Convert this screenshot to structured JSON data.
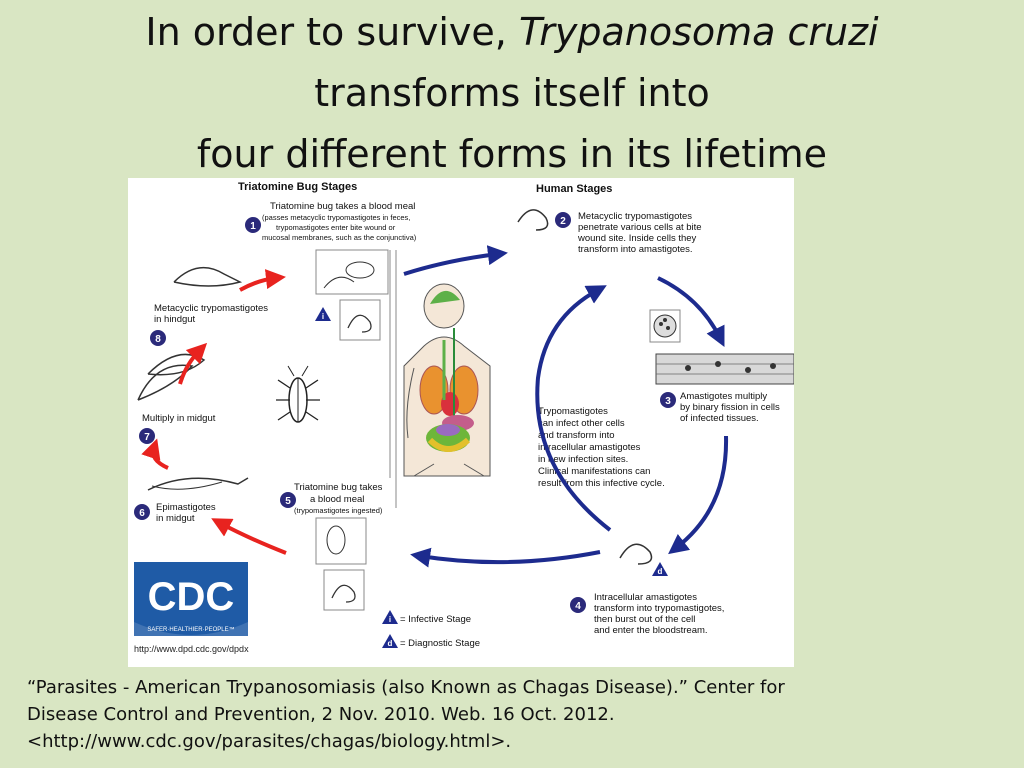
{
  "title": {
    "line1_prefix": "In order to survive, ",
    "line1_italic": "Trypanosoma cruzi",
    "line2": "transforms itself into",
    "line3": "four different forms in its lifetime"
  },
  "diagram": {
    "header_left": "Triatomine Bug Stages",
    "header_right": "Human Stages",
    "stage1": {
      "number": "1",
      "line1": "Triatomine bug takes a blood meal",
      "line2": "(passes metacyclic trypomastigotes in feces,",
      "line3": "trypomastigotes enter bite wound or",
      "line4": "mucosal membranes, such as the conjunctiva)"
    },
    "stage2": {
      "number": "2",
      "line1": "Metacyclic trypomastigotes",
      "line2": "penetrate various cells at bite",
      "line3": "wound site.  Inside cells they",
      "line4": "transform into amastigotes."
    },
    "stage3": {
      "number": "3",
      "line1": "Amastigotes multiply",
      "line2": "by binary fission in cells",
      "line3": "of infected tissues."
    },
    "stage4": {
      "number": "4",
      "line1": "Intracellular amastigotes",
      "line2": "transform into trypomastigotes,",
      "line3": "then burst out of the cell",
      "line4": "and enter the bloodstream."
    },
    "stage5": {
      "number": "5",
      "line1": "Triatomine bug takes",
      "line2": "a blood meal",
      "line3": "(trypomastigotes ingested)"
    },
    "stage6": {
      "number": "6",
      "line1": "Epimastigotes",
      "line2": "in midgut"
    },
    "stage7": {
      "number": "7",
      "line1": "Multiply in midgut"
    },
    "stage8": {
      "number": "8",
      "line1": "Metacyclic trypomastigotes",
      "line2": "in hindgut"
    },
    "center_note": {
      "line1": "Trypomastigotes",
      "line2": "can infect other cells",
      "line3": "and transform into",
      "line4": "intracellular amastigotes",
      "line5": "in new infection sites.",
      "line6": "Clinical manifestations can",
      "line7": "result from this infective cycle."
    },
    "legend": {
      "infective_symbol": "i",
      "infective_label": "= Infective Stage",
      "diagnostic_symbol": "d",
      "diagnostic_label": "= Diagnostic Stage"
    },
    "logo": {
      "text": "CDC",
      "tagline": "SAFER·HEALTHIER·PEOPLE™",
      "url": "http://www.dpd.cdc.gov/dpdx"
    },
    "colors": {
      "red_arrow": "#e8231f",
      "blue_arrow": "#1d2b8e",
      "number_circle": "#2b2a7a",
      "cdc_blue": "#1f5ba6"
    }
  },
  "citation": {
    "line1": "“Parasites - American Trypanosomiasis (also Known as Chagas Disease).” Center for",
    "line2": "Disease Control and Prevention, 2 Nov. 2010. Web. 16 Oct. 2012.",
    "line3": "<http://www.cdc.gov/parasites/chagas/biology.html>."
  }
}
